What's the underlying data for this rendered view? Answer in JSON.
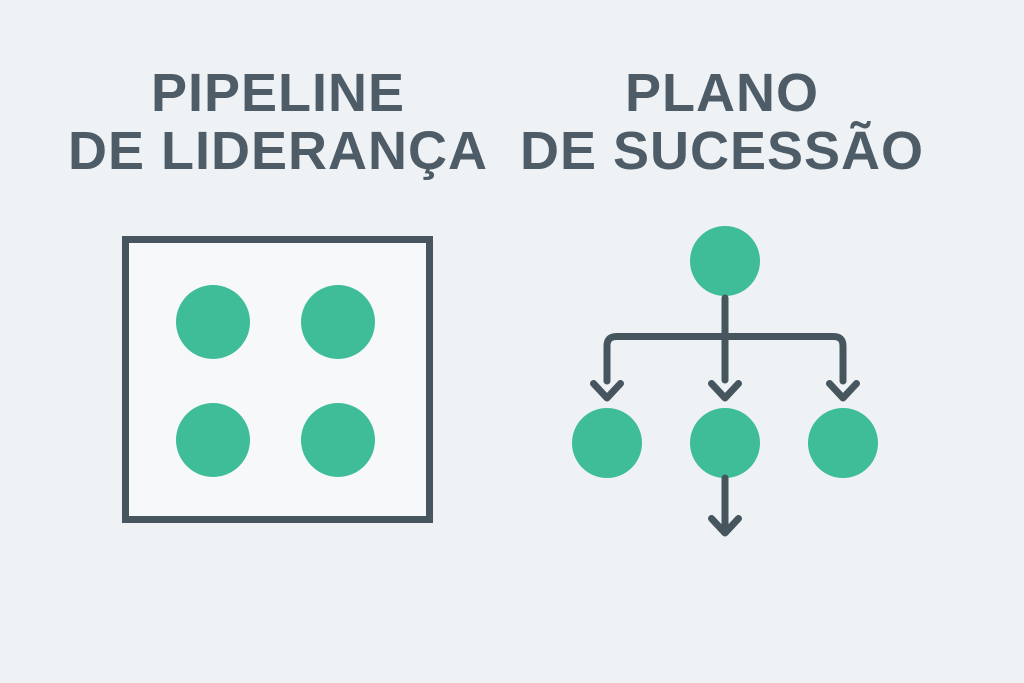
{
  "page": {
    "background": "#EFF2F5"
  },
  "colors": {
    "background": "#EFF2F5",
    "green": "#3EBD98",
    "ink": "#46555E",
    "text": "#4D5C66",
    "box_fill": "#F6F8FA"
  },
  "left_diagram": {
    "title_line1": "PIPELINE",
    "title_line2": "DE LIDERANÇA",
    "circle_count": 4
  },
  "right_diagram": {
    "title_line1": "PLANO",
    "title_line2": "DE SUCESSÃO",
    "root_circle_count": 1,
    "leaf_circle_count": 3
  }
}
